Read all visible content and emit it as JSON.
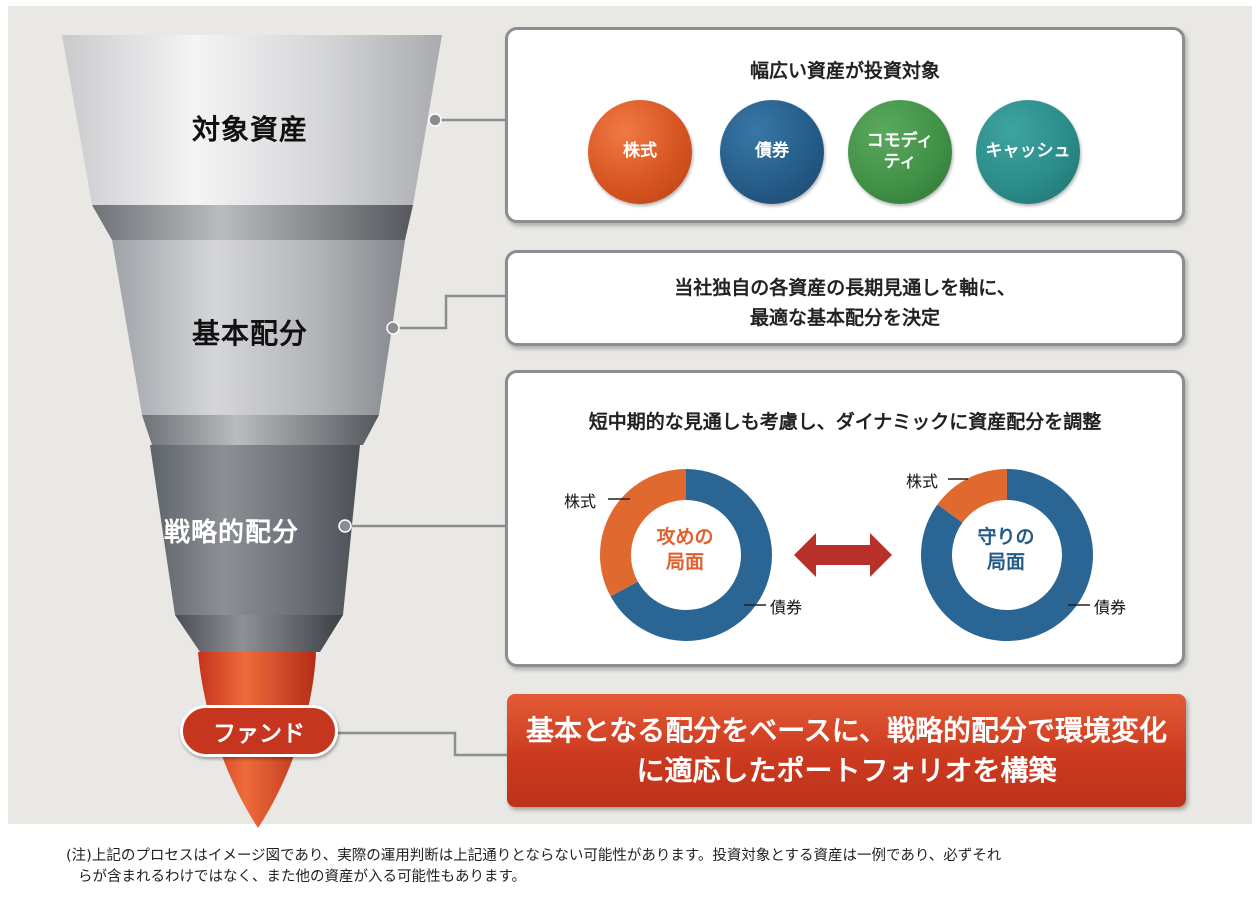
{
  "funnel": {
    "stages": [
      {
        "label": "対象資産"
      },
      {
        "label": "基本配分"
      },
      {
        "label": "戦略的配分"
      }
    ],
    "fund_label": "ファンド"
  },
  "target_assets": {
    "title": "幅広い資産が投資対象",
    "assets": [
      {
        "label": "株式",
        "color": "#e0602f"
      },
      {
        "label": "債券",
        "color": "#245a86"
      },
      {
        "label": "コモディ\nティ",
        "color": "#3f8f45"
      },
      {
        "label": "キャッシュ",
        "color": "#2a8a88"
      }
    ]
  },
  "basic_allocation": {
    "line1": "当社独自の各資産の長期見通しを軸に、",
    "line2": "最適な基本配分を決定"
  },
  "strategic_allocation": {
    "title": "短中期的な見通しも考慮し、ダイナミックに資産配分を調整",
    "donuts": [
      {
        "center_line1": "攻めの",
        "center_line2": "局面",
        "center_color": "#e0602f",
        "stock_label": "株式",
        "bond_label": "債券",
        "stock_share": 0.33
      },
      {
        "center_line1": "守りの",
        "center_line2": "局面",
        "center_color": "#245a86",
        "stock_label": "株式",
        "bond_label": "債券",
        "stock_share": 0.15
      }
    ],
    "stock_color": "#e0692f",
    "bond_color": "#2a6593",
    "arrow_color": "#b8302a"
  },
  "result": {
    "line1": "基本となる配分をベースに、戦略的配分で環境変化",
    "line2": "に適応したポートフォリオを構築"
  },
  "note": {
    "line1": "(注)上記のプロセスはイメージ図であり、実際の運用判断は上記通りとならない可能性があります。投資対象とする資産は一例であり、必ずそれ",
    "line2": "らが含まれるわけではなく、また他の資産が入る可能性もあります。"
  }
}
